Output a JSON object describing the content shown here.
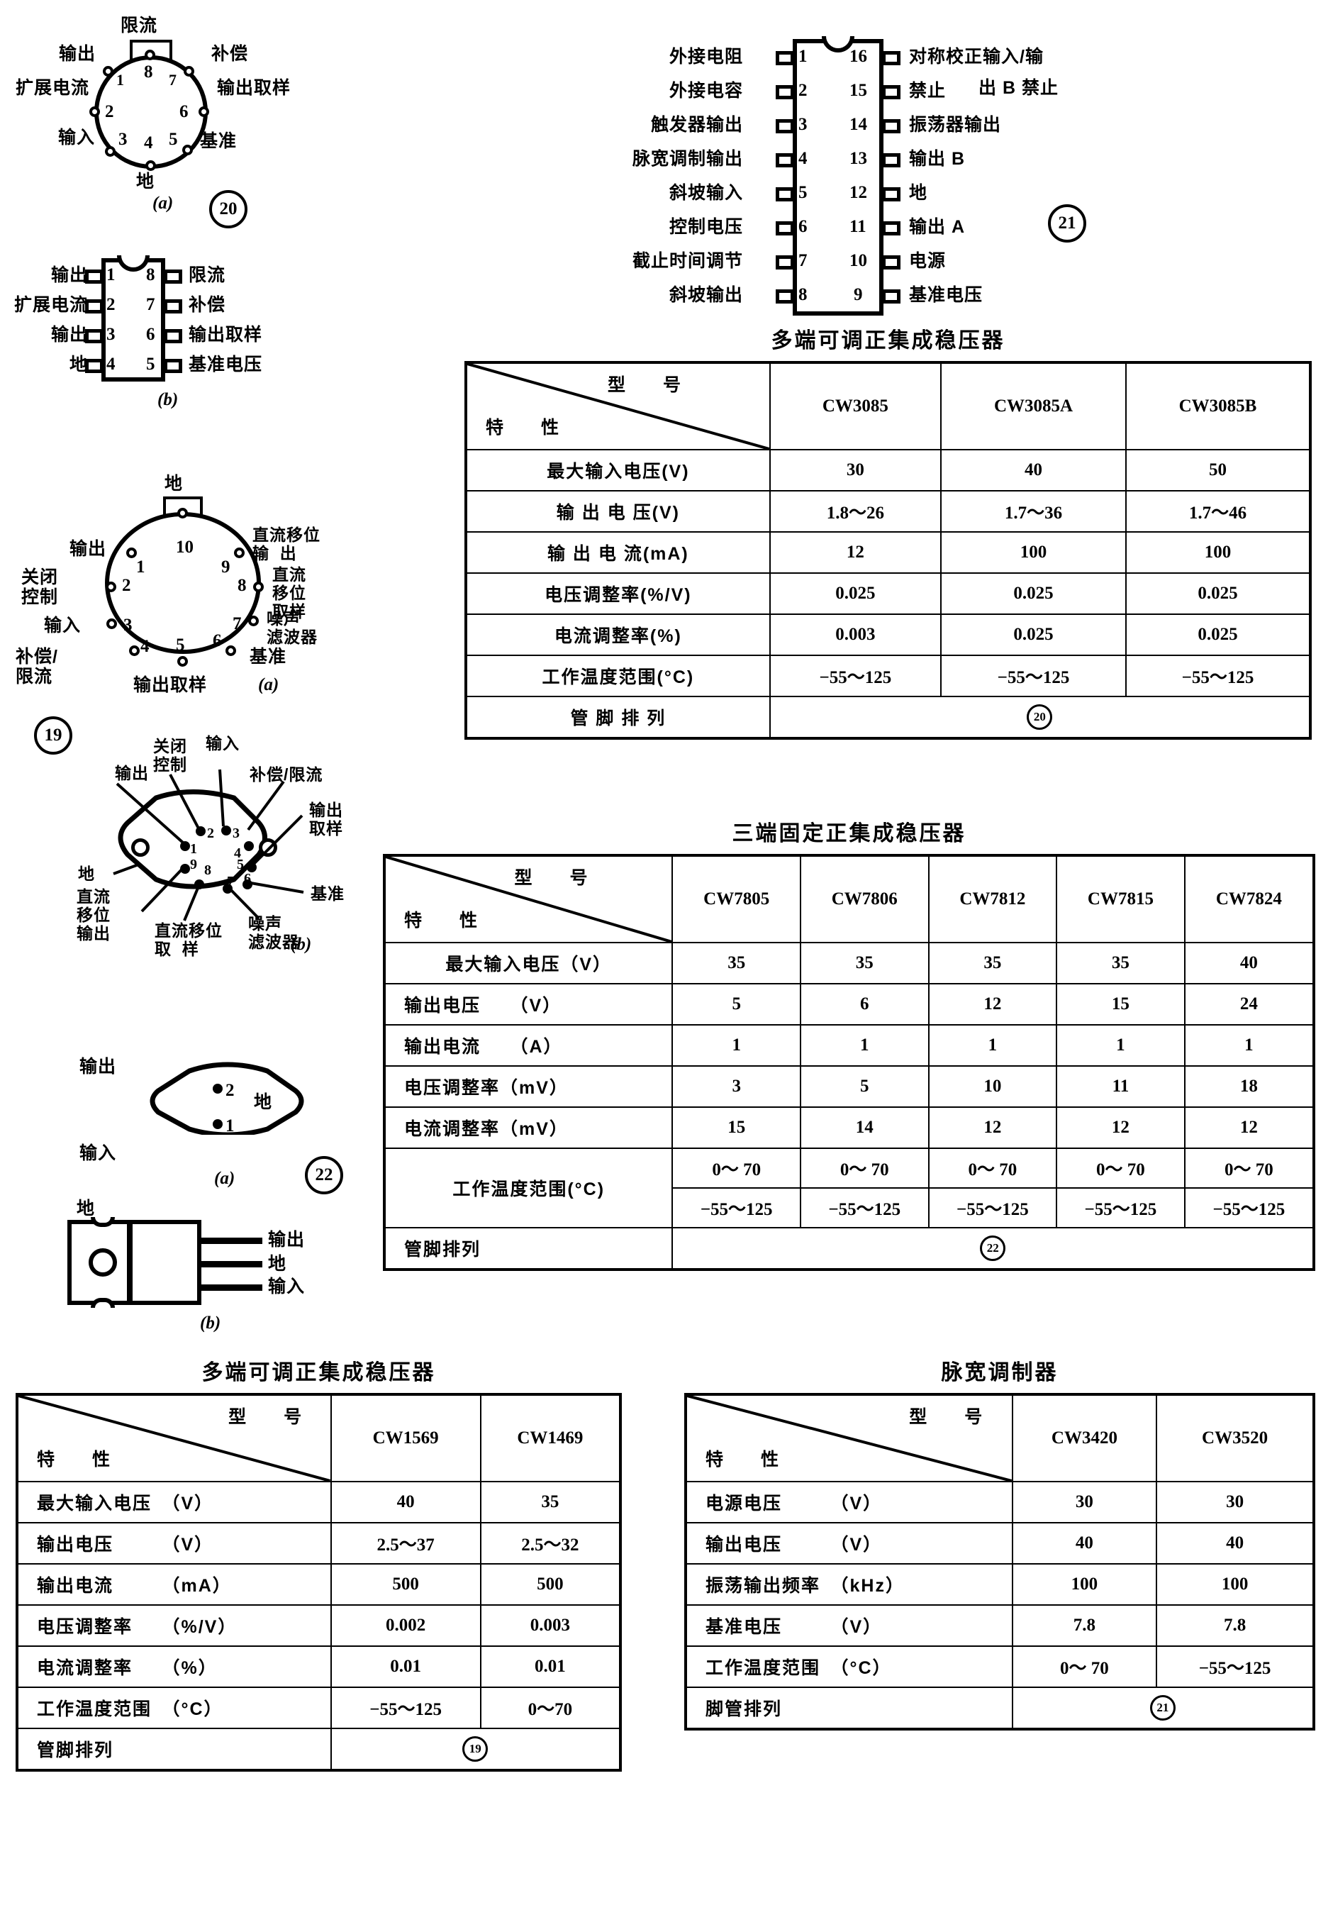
{
  "figures": {
    "fig20": {
      "marker": "20",
      "caption_a": "(a)",
      "caption_b": "(b)",
      "round": {
        "tab_label": "限流",
        "pins": [
          {
            "no": "1",
            "label": "输出"
          },
          {
            "no": "2",
            "label": "扩展电流"
          },
          {
            "no": "3",
            "label": "输入"
          },
          {
            "no": "4",
            "label": "地"
          },
          {
            "no": "5",
            "label": "基准"
          },
          {
            "no": "6",
            "label": "输出取样"
          },
          {
            "no": "7",
            "label": "补偿"
          },
          {
            "no": "8",
            "label": ""
          }
        ]
      },
      "dip": {
        "left": [
          {
            "no": "1",
            "label": "输出"
          },
          {
            "no": "2",
            "label": "扩展电流"
          },
          {
            "no": "3",
            "label": "输出"
          },
          {
            "no": "4",
            "label": "地"
          }
        ],
        "right": [
          {
            "no": "8",
            "label": "限流"
          },
          {
            "no": "7",
            "label": "补偿"
          },
          {
            "no": "6",
            "label": "输出取样"
          },
          {
            "no": "5",
            "label": "基准电压"
          }
        ]
      }
    },
    "fig21": {
      "marker": "21",
      "left": [
        {
          "no": "1",
          "label": "外接电阻"
        },
        {
          "no": "2",
          "label": "外接电容"
        },
        {
          "no": "3",
          "label": "触发器输出"
        },
        {
          "no": "4",
          "label": "脉宽调制输出"
        },
        {
          "no": "5",
          "label": "斜坡输入"
        },
        {
          "no": "6",
          "label": "控制电压"
        },
        {
          "no": "7",
          "label": "截止时间调节"
        },
        {
          "no": "8",
          "label": "斜坡输出"
        }
      ],
      "right": [
        {
          "no": "16",
          "label": "对称校正输入/输"
        },
        {
          "no": "15",
          "label": "禁止"
        },
        {
          "no": "14",
          "label": "振荡器输出"
        },
        {
          "no": "13",
          "label": "输出 B"
        },
        {
          "no": "12",
          "label": "地"
        },
        {
          "no": "11",
          "label": "输出 A"
        },
        {
          "no": "10",
          "label": "电源"
        },
        {
          "no": "9",
          "label": "基准电压"
        }
      ],
      "extra_line": "出 B 禁止"
    },
    "fig19": {
      "marker": "19",
      "caption_a": "(a)",
      "caption_b": "(b)",
      "round": {
        "tab_label": "地",
        "pins": [
          {
            "no": "1",
            "label": "输出"
          },
          {
            "no": "2",
            "label": "关闭\n控制"
          },
          {
            "no": "3",
            "label": "输入"
          },
          {
            "no": "4",
            "label": "补偿/\n限流"
          },
          {
            "no": "5",
            "label": "输出取样"
          },
          {
            "no": "6",
            "label": "基准"
          },
          {
            "no": "7",
            "label": "噪声\n滤波器"
          },
          {
            "no": "8",
            "label": "直流\n移位\n取样"
          },
          {
            "no": "9",
            "label": "直流移位\n输  出"
          },
          {
            "no": "10",
            "label": ""
          }
        ]
      },
      "to3": {
        "labels": [
          {
            "no": "1",
            "label": "输出"
          },
          {
            "no": "2",
            "label": "关闭\n控制"
          },
          {
            "no": "3",
            "label": "输入"
          },
          {
            "no": "4",
            "label": "补偿/限流"
          },
          {
            "no": "5",
            "label": "输出\n取样"
          },
          {
            "no": "6",
            "label": "基准"
          },
          {
            "no": "7",
            "label": "噪声\n滤波器"
          },
          {
            "no": "8",
            "label": "直流移位\n取  样"
          },
          {
            "no": "9",
            "label": "直流\n移位\n输出"
          },
          {
            "no": "",
            "label": "地"
          }
        ]
      }
    },
    "fig22": {
      "marker": "22",
      "caption_a": "(a)",
      "caption_b": "(b)",
      "to3": {
        "pin1": "1",
        "pin2": "2",
        "label_out": "输出",
        "label_in": "输入",
        "label_gnd": "地"
      },
      "to220": {
        "tab_label": "地",
        "leads": [
          "输出",
          "地",
          "输入"
        ]
      }
    }
  },
  "tables": [
    {
      "id": "cw3085",
      "title": "多端可调正集成稳压器",
      "corner_model": "型　号",
      "corner_char": "特　性",
      "models": [
        "CW3085",
        "CW3085A",
        "CW3085B"
      ],
      "rows": [
        {
          "label": "最大输入电压(V)",
          "values": [
            "30",
            "40",
            "50"
          ]
        },
        {
          "label": "输 出 电 压(V)",
          "values": [
            "1.8～26",
            "1.7～36",
            "1.7～46"
          ]
        },
        {
          "label": "输 出 电 流(mA)",
          "values": [
            "12",
            "100",
            "100"
          ]
        },
        {
          "label": "电压调整率(%/V)",
          "values": [
            "0.025",
            "0.025",
            "0.025"
          ]
        },
        {
          "label": "电流调整率(%)",
          "values": [
            "0.003",
            "0.025",
            "0.025"
          ]
        },
        {
          "label": "工作温度范围(°C)",
          "values": [
            "−55～125",
            "−55～125",
            "−55～125"
          ]
        }
      ],
      "footer_label": "管 脚 排 列",
      "footer_value": "20"
    },
    {
      "id": "cw7800",
      "title": "三端固定正集成稳压器",
      "corner_model": "型　号",
      "corner_char": "特　性",
      "models": [
        "CW7805",
        "CW7806",
        "CW7812",
        "CW7815",
        "CW7824"
      ],
      "rows": [
        {
          "label": "最大输入电压（V）",
          "values": [
            "35",
            "35",
            "35",
            "35",
            "40"
          ]
        },
        {
          "label": "输出电压　　（V）",
          "values": [
            "5",
            "6",
            "12",
            "15",
            "24"
          ]
        },
        {
          "label": "输出电流　　（A）",
          "values": [
            "1",
            "1",
            "1",
            "1",
            "1"
          ]
        },
        {
          "label": "电压调整率（mV）",
          "values": [
            "3",
            "5",
            "10",
            "11",
            "18"
          ]
        },
        {
          "label": "电流调整率（mV）",
          "values": [
            "15",
            "14",
            "12",
            "12",
            "12"
          ]
        }
      ],
      "temp_row": {
        "label": "工作温度范围(°C)",
        "top": [
          "0～ 70",
          "0～ 70",
          "0～ 70",
          "0～ 70",
          "0～ 70"
        ],
        "bottom": [
          "−55～125",
          "−55～125",
          "−55～125",
          "−55～125",
          "−55～125"
        ]
      },
      "footer_label": "管脚排列",
      "footer_value": "22"
    },
    {
      "id": "cw1569",
      "title": "多端可调正集成稳压器",
      "corner_model": "型　号",
      "corner_char": "特　性",
      "models": [
        "CW1569",
        "CW1469"
      ],
      "rows": [
        {
          "label": "最大输入电压　（V）",
          "values": [
            "40",
            "35"
          ]
        },
        {
          "label": "输出电压　　　（V）",
          "values": [
            "2.5～37",
            "2.5～32"
          ]
        },
        {
          "label": "输出电流　　　（mA）",
          "values": [
            "500",
            "500"
          ]
        },
        {
          "label": "电压调整率　　（%/V）",
          "values": [
            "0.002",
            "0.003"
          ]
        },
        {
          "label": "电流调整率　　（%）",
          "values": [
            "0.01",
            "0.01"
          ]
        },
        {
          "label": "工作温度范围　（°C）",
          "values": [
            "−55～125",
            "0～70"
          ]
        }
      ],
      "footer_label": "管脚排列",
      "footer_value": "19"
    },
    {
      "id": "cw3420",
      "title": "脉宽调制器",
      "corner_model": "型　号",
      "corner_char": "特　性",
      "models": [
        "CW3420",
        "CW3520"
      ],
      "rows": [
        {
          "label": "电源电压　　　（V）",
          "values": [
            "30",
            "30"
          ]
        },
        {
          "label": "输出电压　　　（V）",
          "values": [
            "40",
            "40"
          ]
        },
        {
          "label": "振荡输出频率　（kHz）",
          "values": [
            "100",
            "100"
          ]
        },
        {
          "label": "基准电压　　　（V）",
          "values": [
            "7.8",
            "7.8"
          ]
        },
        {
          "label": "工作温度范围　（°C）",
          "values": [
            "0～ 70",
            "−55～125"
          ]
        }
      ],
      "footer_label": "脚管排列",
      "footer_value": "21"
    }
  ]
}
